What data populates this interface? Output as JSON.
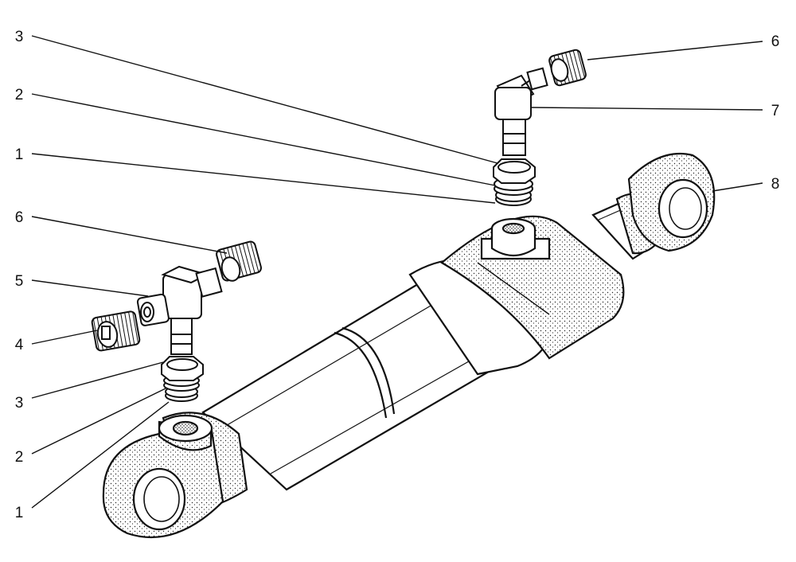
{
  "callouts": [
    {
      "id": "l3",
      "label": "3"
    },
    {
      "id": "l2",
      "label": "2"
    },
    {
      "id": "l1",
      "label": "1"
    },
    {
      "id": "l6",
      "label": "6"
    },
    {
      "id": "l5",
      "label": "5"
    },
    {
      "id": "l4",
      "label": "4"
    },
    {
      "id": "l3b",
      "label": "3"
    },
    {
      "id": "l2b",
      "label": "2"
    },
    {
      "id": "l1b",
      "label": "1"
    },
    {
      "id": "r6",
      "label": "6"
    },
    {
      "id": "r7",
      "label": "7"
    },
    {
      "id": "r8",
      "label": "8"
    }
  ]
}
